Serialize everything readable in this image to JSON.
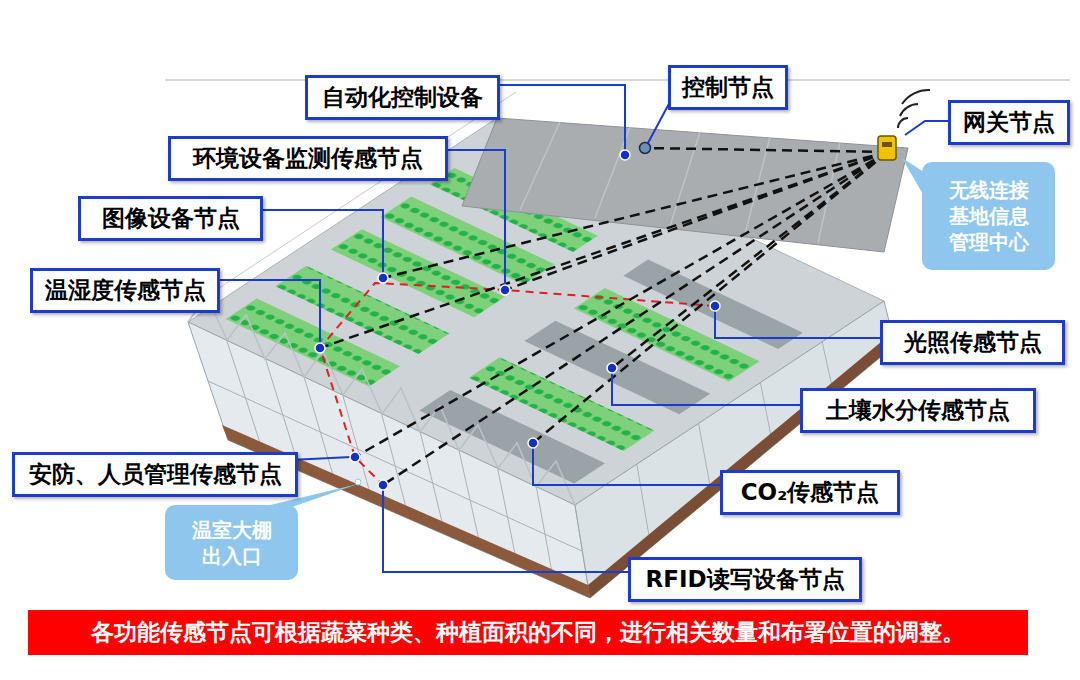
{
  "diagram": {
    "nodes": [
      {
        "text": [
          "自动化控制设备"
        ]
      },
      {
        "text": [
          "控制节点"
        ]
      },
      {
        "text": [
          "网关节点"
        ]
      },
      {
        "text": [
          "环境设备监测传感节点"
        ]
      },
      {
        "text": [
          "无线连接 基地信息 管理中心"
        ]
      },
      {
        "text": [
          "图像设备节点"
        ]
      },
      {
        "text": [
          "温湿度传感节点"
        ]
      },
      {
        "text": [
          "光照传感节点"
        ]
      },
      {
        "text": [
          "土壤水分传感节点"
        ]
      },
      {
        "text": [
          "安防、人员管理传感节点"
        ]
      },
      {
        "text": [
          "CO₂传感节点"
        ]
      },
      {
        "text": [
          "温室大棚 出入口"
        ]
      },
      {
        "text": [
          "RFID读写设备节点"
        ]
      },
      {
        "text": [
          "各功能传感节点可根据蔬菜种类、种植面积的不同，进行相关数量和布署位置的调整。"
        ]
      }
    ]
  }
}
